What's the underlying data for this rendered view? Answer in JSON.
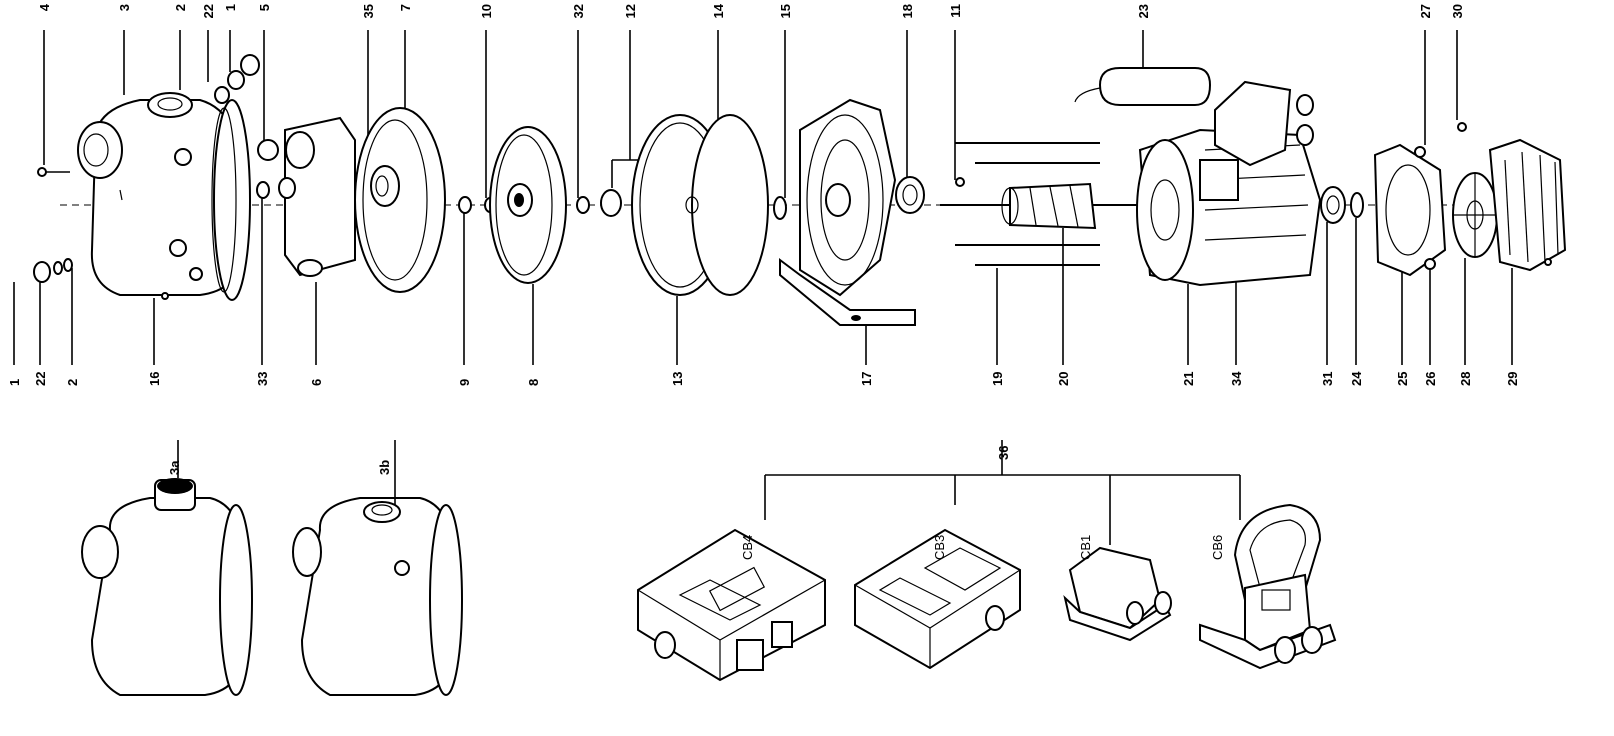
{
  "top_labels": [
    "4",
    "3",
    "2",
    "22",
    "1",
    "5",
    "35",
    "7",
    "10",
    "32",
    "12",
    "14",
    "15",
    "18",
    "11",
    "23",
    "27",
    "30"
  ],
  "bottom_labels": [
    "1",
    "22",
    "2",
    "16",
    "33",
    "6",
    "9",
    "8",
    "13",
    "17",
    "19",
    "20",
    "21",
    "34",
    "31",
    "24",
    "25",
    "26",
    "28",
    "29"
  ],
  "variant_labels": [
    "3a",
    "3b"
  ],
  "group_label": "36",
  "control_boxes": [
    "CB4",
    "CB3",
    "CB1",
    "CB6"
  ]
}
